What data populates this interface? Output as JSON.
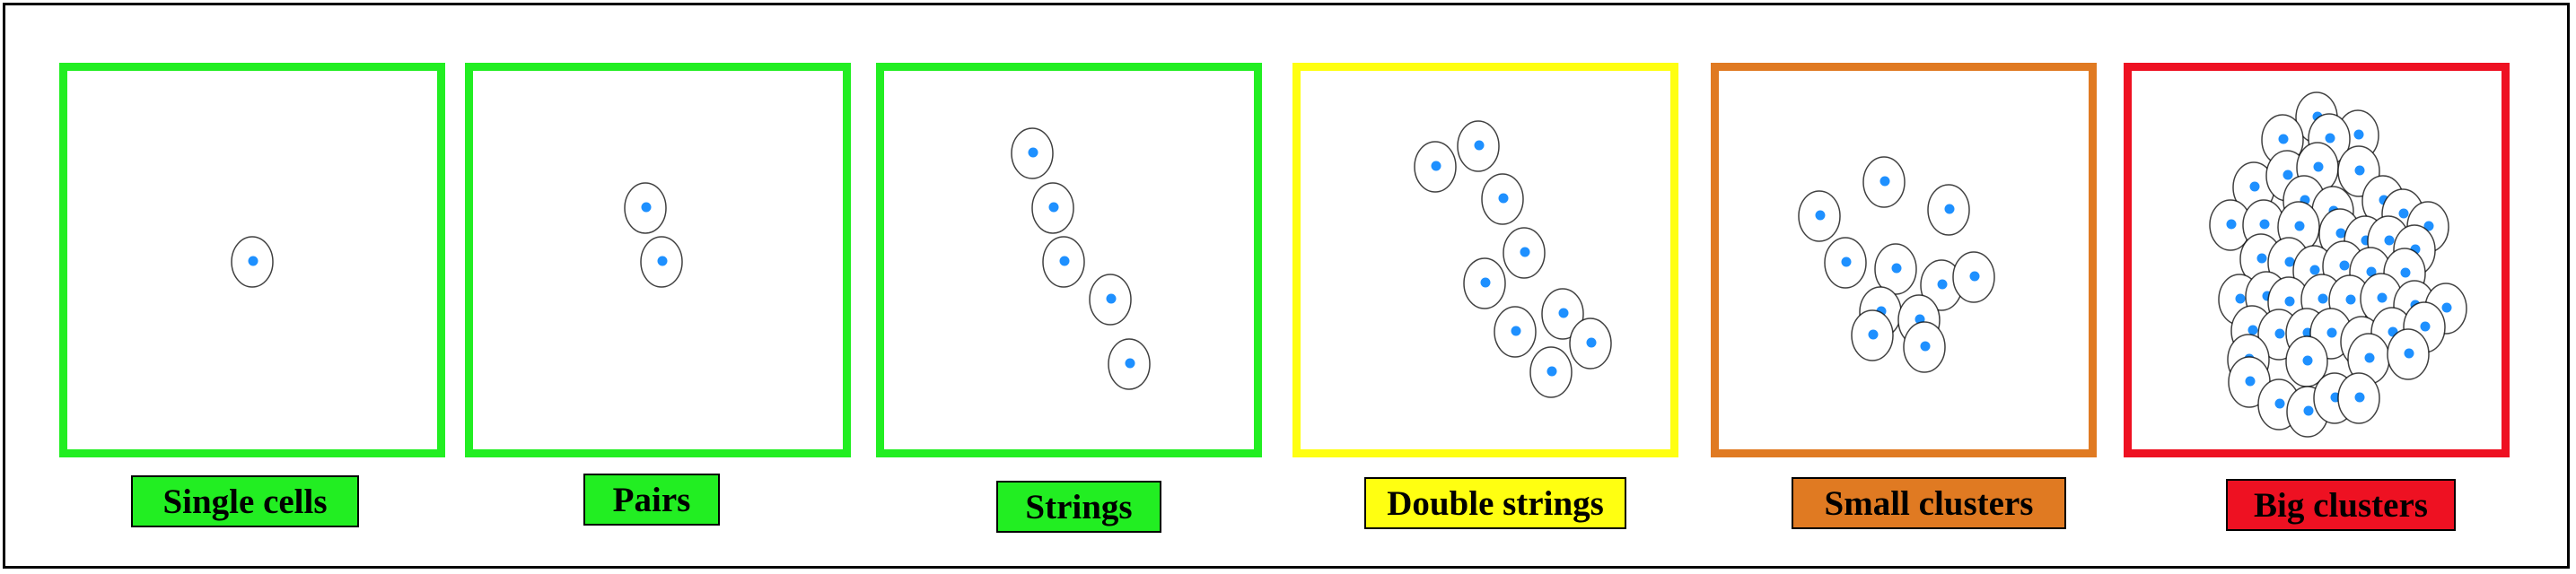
{
  "colors": {
    "green": "#22ee22",
    "yellow": "#ffff11",
    "orange": "#e07a22",
    "red": "#ee1122",
    "nucleus": "#1e90ff"
  },
  "categories": [
    {
      "id": "single",
      "label": "Single cells",
      "color": "#22ee22"
    },
    {
      "id": "pairs",
      "label": "Pairs",
      "color": "#22ee22"
    },
    {
      "id": "strings",
      "label": "Strings",
      "color": "#22ee22"
    },
    {
      "id": "double",
      "label": "Double strings",
      "color": "#ffff11"
    },
    {
      "id": "small",
      "label": "Small clusters",
      "color": "#e07a22"
    },
    {
      "id": "big",
      "label": "Big clusters",
      "color": "#ee1122"
    }
  ]
}
